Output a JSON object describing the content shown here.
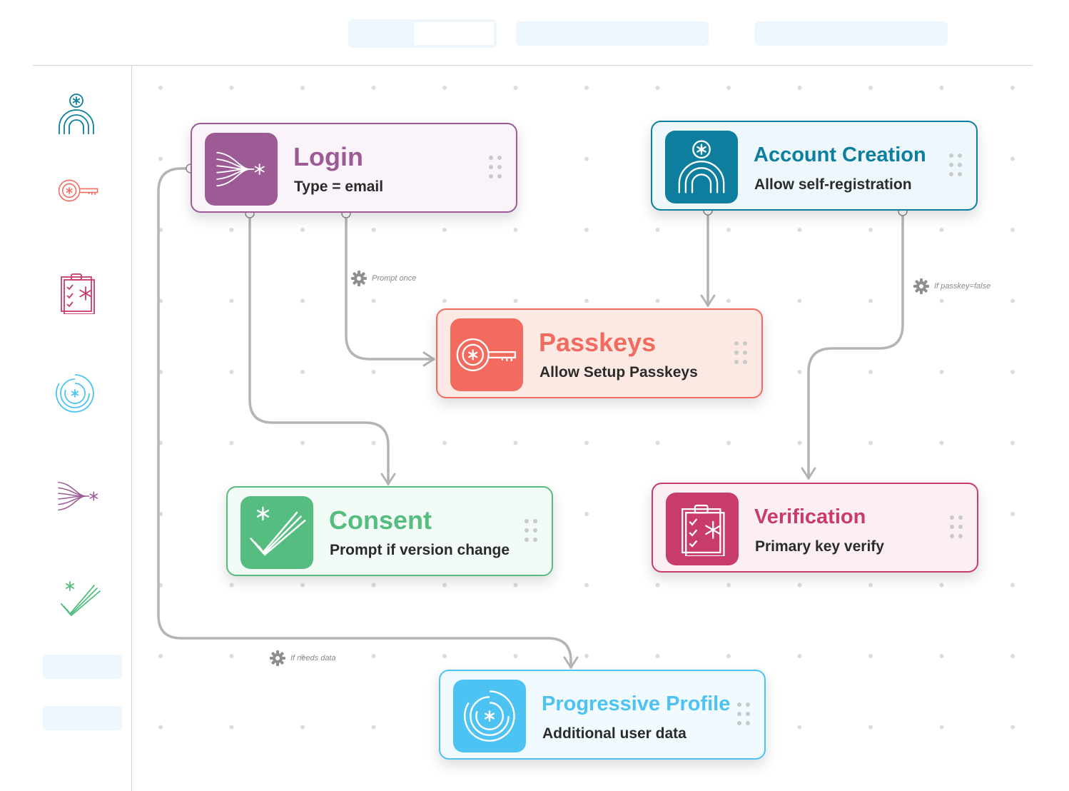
{
  "nodes": [
    {
      "key": "login",
      "title": "Login",
      "subtitle": "Type = email",
      "icon": "branch-spark-icon",
      "accent": "#9d5b96",
      "fill": "#fbf3fa"
    },
    {
      "key": "account",
      "title": "Account Creation",
      "subtitle": "Allow self-registration",
      "icon": "person-arch-icon",
      "accent": "#0d7e9e",
      "fill": "#eef8fc"
    },
    {
      "key": "passkeys",
      "title": "Passkeys",
      "subtitle": "Allow Setup Passkeys",
      "icon": "key-icon",
      "accent": "#f26b5e",
      "fill": "#fde9e4"
    },
    {
      "key": "consent",
      "title": "Consent",
      "subtitle": "Prompt if version change",
      "icon": "double-check-icon",
      "accent": "#55bd7f",
      "fill": "#f2fbf5"
    },
    {
      "key": "verification",
      "title": "Verification",
      "subtitle": "Primary key verify",
      "icon": "clipboard-check-icon",
      "accent": "#c73c6a",
      "fill": "#fceff3"
    },
    {
      "key": "progressive",
      "title": "Progressive Profile",
      "subtitle": "Additional user data",
      "icon": "refresh-spark-icon",
      "accent": "#4dc3f3",
      "fill": "#f1faff"
    }
  ],
  "annotations": {
    "prompt_once": "Prompt once",
    "if_passkey_false": "If passkey=false",
    "if_needs_data": "If needs data"
  },
  "sidebar_icons": [
    "person-arch-icon",
    "key-icon",
    "clipboard-check-icon",
    "refresh-spark-icon",
    "branch-spark-icon",
    "double-check-icon"
  ],
  "colors": {
    "connector": "#b4b4b4",
    "dot_grid": "#dcdcdc",
    "placeholder": "#eef7fd"
  }
}
